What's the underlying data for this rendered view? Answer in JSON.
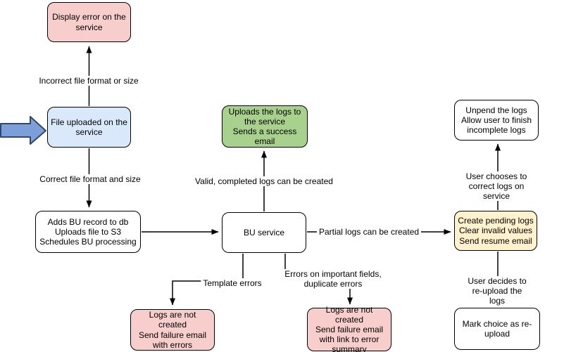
{
  "diagram_type": "flowchart",
  "colors": {
    "node_pink": "#f8cecc",
    "node_blue": "#dae8fc",
    "node_green": "#a9d18e",
    "node_yellow": "#fff2cc",
    "node_white": "#ffffff",
    "node_border": "#000000",
    "connector": "#000000",
    "entry_arrow_fill": "#7d9fd9",
    "entry_arrow_border": "#33466b"
  },
  "nodes": {
    "display_error": {
      "label": "Display error on the\nservice",
      "fill": "#f8cecc"
    },
    "file_uploaded": {
      "label": "File uploaded on the\nservice",
      "fill": "#dae8fc"
    },
    "adds_bu_record": {
      "label": "Adds BU record to db\nUploads file to S3\nSchedules BU processing",
      "fill": "#ffffff"
    },
    "bu_service": {
      "label": "BU service",
      "fill": "#ffffff"
    },
    "uploads_logs": {
      "label": "Uploads the logs to\nthe service\nSends a success\nemail",
      "fill": "#a9d18e"
    },
    "unpend_logs": {
      "label": "Unpend the logs\nAllow user to finish\nincomplete logs",
      "fill": "#ffffff"
    },
    "create_pending_logs": {
      "label": "Create pending logs\nClear invalid values\nSend resume email",
      "fill": "#fff2cc"
    },
    "mark_reupload": {
      "label": "Mark choice as re-\nupload",
      "fill": "#ffffff"
    },
    "logs_not_created_errors": {
      "label": "Logs are not created\nSend failure email\nwith errors",
      "fill": "#f8cecc"
    },
    "logs_not_created_summary": {
      "label": "Logs are not created\nSend failure email\nwith link to error\nsummary",
      "fill": "#f8cecc"
    }
  },
  "edge_labels": {
    "incorrect_file": "Incorrect file format or size",
    "correct_file": "Correct file format and size",
    "valid_logs": "Valid, completed logs can be created",
    "partial_logs": "Partial logs can be created",
    "template_errors": "Template errors",
    "important_field_errors": "Errors on important fields,\nduplicate errors",
    "user_corrects": "User chooses to correct logs on service",
    "user_reuploads": "User decides to re-upload the logs"
  },
  "icons": {
    "entry_arrow": "right-arrow-entry-point"
  }
}
